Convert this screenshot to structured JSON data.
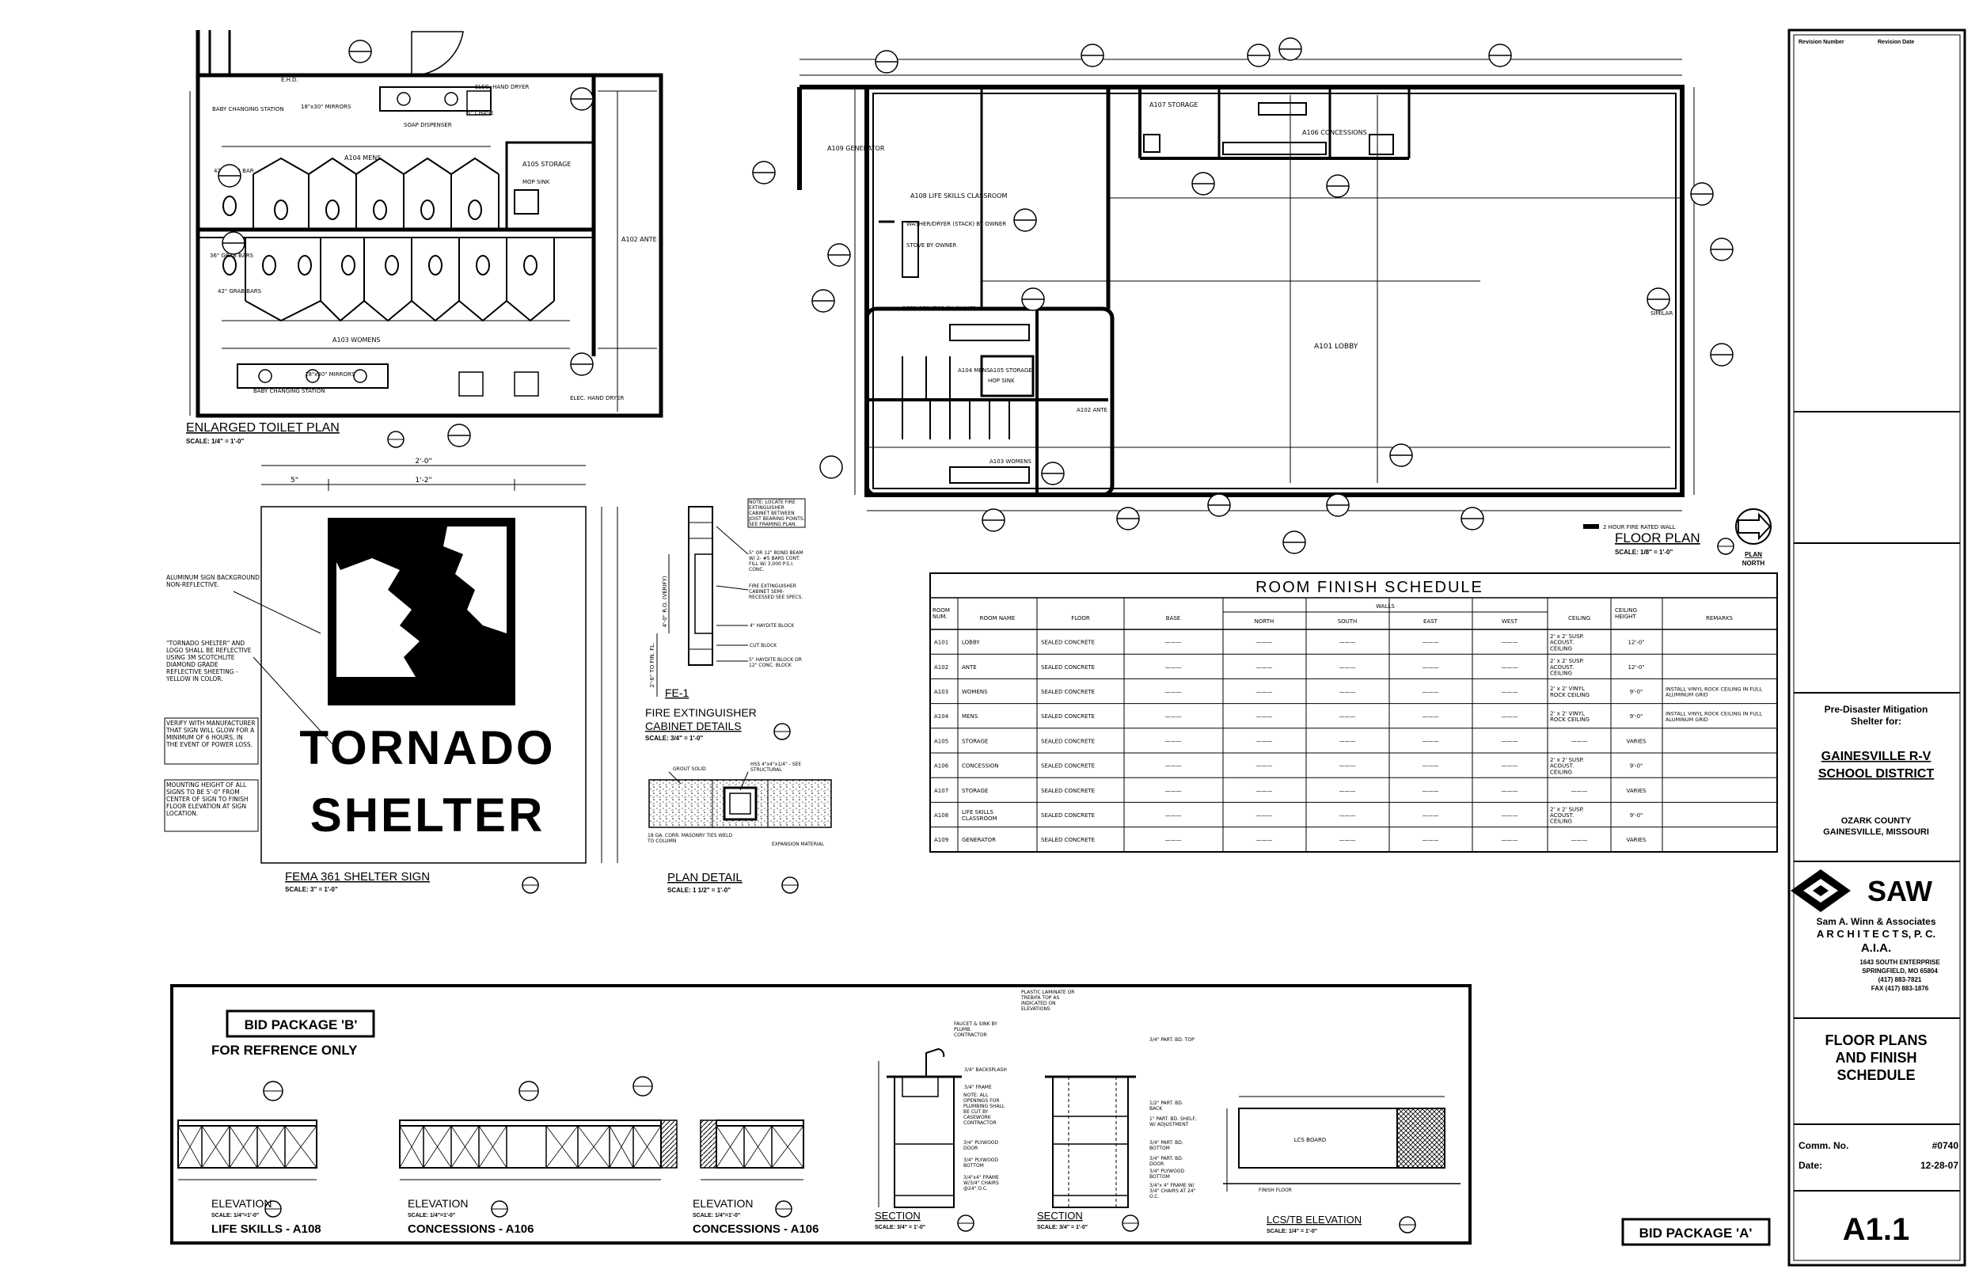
{
  "title_block": {
    "revision_number_label": "Revision Number",
    "revision_date_label": "Revision Date",
    "project_line1": "Pre-Disaster Mitigation",
    "project_line2": "Shelter for:",
    "client_line1": "GAINESVILLE R-V",
    "client_line2": "SCHOOL DISTRICT",
    "location_line1": "OZARK COUNTY",
    "location_line2": "GAINESVILLE, MISSOURI",
    "firm_logo": "SAW",
    "firm_line1": "Sam A. Winn & Associates",
    "firm_line2": "A R C H I T E C T S, P. C.",
    "firm_line3": "A.I.A.",
    "firm_addr1": "1643 SOUTH ENTERPRISE",
    "firm_addr2": "SPRINGFIELD, MO 65804",
    "firm_phone": "(417) 883-7821",
    "firm_fax": "FAX (417) 883-1876",
    "sheet_title1": "FLOOR PLANS",
    "sheet_title2": "AND FINISH",
    "sheet_title3": "SCHEDULE",
    "comm_no_label": "Comm. No.",
    "comm_no_value": "#0740",
    "date_label": "Date:",
    "date_value": "12-28-07",
    "sheet_number": "A1.1"
  },
  "toilet_plan": {
    "title": "ENLARGED TOILET PLAN",
    "scale": "SCALE: 1/4\" = 1'-0\"",
    "labels": [
      "BABY CHANGING STATION",
      "18\"x30\" MIRRORS",
      "SOAP DISPENSER",
      "ELEC. HAND DRYER",
      "5\" CHASE",
      "A104 MENS",
      "A105 STORAGE",
      "MOP SINK",
      "A102 ANTE",
      "42\" GRAB BAR",
      "36\" GRAB BARS",
      "42\" GRAB BARS",
      "A103 WOMENS",
      "BABY CHANGING STATION",
      "18\"x30\" MIRRORS",
      "ELEC. HAND DRYER"
    ]
  },
  "floor_plan": {
    "title": "FLOOR PLAN",
    "scale": "SCALE: 1/8\" = 1'-0\"",
    "north_label1": "PLAN",
    "north_label2": "NORTH",
    "wall_note": "2 HOUR FIRE RATED WALL",
    "rooms": [
      "A109 GENERATOR",
      "A108 LIFE SKILLS CLASSROOM",
      "A107 STORAGE",
      "A106 CONCESSIONS",
      "A101 LOBBY",
      "A104 MENS",
      "A105 STORAGE",
      "A102 ANTE",
      "A103 WOMENS"
    ],
    "notes": [
      "WASHER/DRYER (STACK) BY OWNER",
      "STOVE BY OWNER",
      "REFRIGERATOR BY OWNER",
      "HOP SINK",
      "SIMILAR"
    ]
  },
  "room_schedule": {
    "title": "ROOM FINISH SCHEDULE",
    "headers": [
      "ROOM NUM.",
      "ROOM NAME",
      "FLOOR",
      "BASE",
      "NORTH",
      "SOUTH",
      "EAST",
      "WEST",
      "CEILING",
      "CEILING HEIGHT",
      "REMARKS"
    ],
    "walls_header": "WALLS",
    "rows": [
      {
        "num": "A101",
        "name": "LOBBY",
        "floor": "SEALED CONCRETE",
        "base": "———",
        "north": "———",
        "south": "———",
        "east": "———",
        "west": "———",
        "ceiling": "2' x 2' SUSP. ACOUST. CEILING",
        "height": "12'-0\"",
        "remarks": ""
      },
      {
        "num": "A102",
        "name": "ANTE",
        "floor": "SEALED CONCRETE",
        "base": "———",
        "north": "———",
        "south": "———",
        "east": "———",
        "west": "———",
        "ceiling": "2' x 2' SUSP. ACOUST. CEILING",
        "height": "12'-0\"",
        "remarks": ""
      },
      {
        "num": "A103",
        "name": "WOMENS",
        "floor": "SEALED CONCRETE",
        "base": "———",
        "north": "———",
        "south": "———",
        "east": "———",
        "west": "———",
        "ceiling": "2' x 2' VINYL ROCK CEILING",
        "height": "9'-0\"",
        "remarks": "INSTALL VINYL ROCK CEILING IN FULL ALUMINUM GRID"
      },
      {
        "num": "A104",
        "name": "MENS",
        "floor": "SEALED CONCRETE",
        "base": "———",
        "north": "———",
        "south": "———",
        "east": "———",
        "west": "———",
        "ceiling": "2' x 2' VINYL ROCK CEILING",
        "height": "9'-0\"",
        "remarks": "INSTALL VINYL ROCK CEILING IN FULL ALUMINUM GRID"
      },
      {
        "num": "A105",
        "name": "STORAGE",
        "floor": "SEALED CONCRETE",
        "base": "———",
        "north": "———",
        "south": "———",
        "east": "———",
        "west": "———",
        "ceiling": "———",
        "height": "VARIES",
        "remarks": ""
      },
      {
        "num": "A106",
        "name": "CONCESSION",
        "floor": "SEALED CONCRETE",
        "base": "———",
        "north": "———",
        "south": "———",
        "east": "———",
        "west": "———",
        "ceiling": "2' x 2' SUSP. ACOUST. CEILING",
        "height": "9'-0\"",
        "remarks": ""
      },
      {
        "num": "A107",
        "name": "STORAGE",
        "floor": "SEALED CONCRETE",
        "base": "———",
        "north": "———",
        "south": "———",
        "east": "———",
        "west": "———",
        "ceiling": "———",
        "height": "VARIES",
        "remarks": ""
      },
      {
        "num": "A108",
        "name": "LIFE SKILLS CLASSROOM",
        "floor": "SEALED CONCRETE",
        "base": "———",
        "north": "———",
        "south": "———",
        "east": "———",
        "west": "———",
        "ceiling": "2' x 2' SUSP. ACOUST. CEILING",
        "height": "9'-0\"",
        "remarks": ""
      },
      {
        "num": "A109",
        "name": "GENERATOR",
        "floor": "SEALED CONCRETE",
        "base": "———",
        "north": "———",
        "south": "———",
        "east": "———",
        "west": "———",
        "ceiling": "———",
        "height": "VARIES",
        "remarks": ""
      }
    ]
  },
  "sign": {
    "title": "FEMA 361 SHELTER SIGN",
    "scale": "SCALE: 3\" = 1'-0\"",
    "line1": "TORNADO",
    "line2": "SHELTER",
    "dim_top": "2'-0\"",
    "dim_inner": "1'-2\"",
    "dim_side": "5\"",
    "notes": [
      "ALUMINUM SIGN BACKGROUND NON-REFLECTIVE.",
      "\"TORNADO SHELTER\" AND LOGO SHALL BE REFLECTIVE USING 3M SCOTCHLITE DIAMOND GRADE REFLECTIVE SHEETING - YELLOW IN COLOR.",
      "VERIFY WITH MANUFACTURER THAT SIGN WILL GLOW FOR A MINIMUM OF 6 HOURS, IN THE EVENT OF POWER LOSS.",
      "MOUNTING HEIGHT OF ALL SIGNS TO BE 5'-0\" FROM CENTER OF SIGN TO FINISH FLOOR ELEVATION AT SIGN LOCATION."
    ]
  },
  "fire_ext": {
    "title1": "FIRE EXTINGUISHER",
    "title2": "CABINET DETAILS",
    "scale": "SCALE: 3/4\" = 1'-0\"",
    "fe_label": "FE-1",
    "notes": [
      "NOTE: LOCATE FIRE EXTINGUISHER CABINET BETWEEN JOIST BEARING POINTS. SEE FRAMING PLAN.",
      "5\" OR 12\" BOND BEAM W/ 2- #5 BARS CONT. FILL W/ 3,000 P.S.I. CONC.",
      "FIRE EXTINGUISHER CABINET SEMI-RECESSED SEE SPECS.",
      "4\" HAYDITE BLOCK",
      "CUT BLOCK",
      "5\" HAYDITE BLOCK OR 12\" CONC. BLOCK"
    ],
    "dim_vertical": "4'-0\" R.O. (VERIFY)",
    "dim_fl": "2'-6\" TO FIN. FL."
  },
  "plan_detail": {
    "title": "PLAN DETAIL",
    "scale": "SCALE: 1 1/2\" = 1'-0\"",
    "notes": [
      "GROUT SOLID",
      "HSS 4\"x4\"x1/4\" - SEE STRUCTURAL",
      "18 GA. CORR. MASONRY TIES WELD TO COLUMN",
      "EXPANSION MATERIAL"
    ]
  },
  "bid_package_b": {
    "label": "BID PACKAGE 'B'",
    "subtitle": "FOR REFRENCE ONLY",
    "elev1_title": "ELEVATION",
    "elev1_scale": "SCALE: 1/4\"=1'-0\"",
    "elev1_name": "LIFE SKILLS - A108",
    "elev2_title": "ELEVATION",
    "elev2_scale": "SCALE: 1/4\"=1'-0\"",
    "elev2_name": "CONCESSIONS - A106",
    "elev3_title": "ELEVATION",
    "elev3_scale": "SCALE: 1/4\"=1'-0\"",
    "elev3_name": "CONCESSIONS - A106",
    "section1_title": "SECTION",
    "section1_scale": "SCALE: 3/4\" = 1'-0\"",
    "section2_title": "SECTION",
    "section2_scale": "SCALE: 3/4\" = 1'-0\"",
    "lcs_title": "LCS/TB ELEVATION",
    "lcs_scale": "SCALE: 1/4\" = 1'-0\"",
    "lcs_board": "LCS BOARD",
    "finish_floor": "FINISH FLOOR",
    "section_notes": [
      "FAUCET & SINK BY PLUMB. CONTRACTOR",
      "3/4\" BACKSPLASH",
      "3/4\" FRAME",
      "NOTE: ALL OPENINGS FOR PLUMBING SHALL BE CUT BY CASEWORK CONTRACTOR",
      "3/4\" PLYWOOD DOOR",
      "3/4\" PLYWOOD BOTTOM",
      "3/4\"x4\" FRAME W/3/4\" CHAIRS @24\" O.C.",
      "PLASTIC LAMINATE OR TREBIFA TOP AS INDICATED ON ELEVATIONS",
      "3/4\" PART. BD. TOP",
      "1/2\" PART. BD. BACK",
      "1\" PART. BD. SHELF, W/ ADJUSTMENT",
      "3/4\" PART. BD. BOTTOM",
      "3/4\" PART. BD. DOOR",
      "3/4\" PLYWOOD BOTTOM",
      "3/4\"x 4\" FRAME W/ 3/4\" CHAIRS AT 24\" O.C."
    ]
  },
  "bid_package_a": {
    "label": "BID PACKAGE 'A'"
  }
}
